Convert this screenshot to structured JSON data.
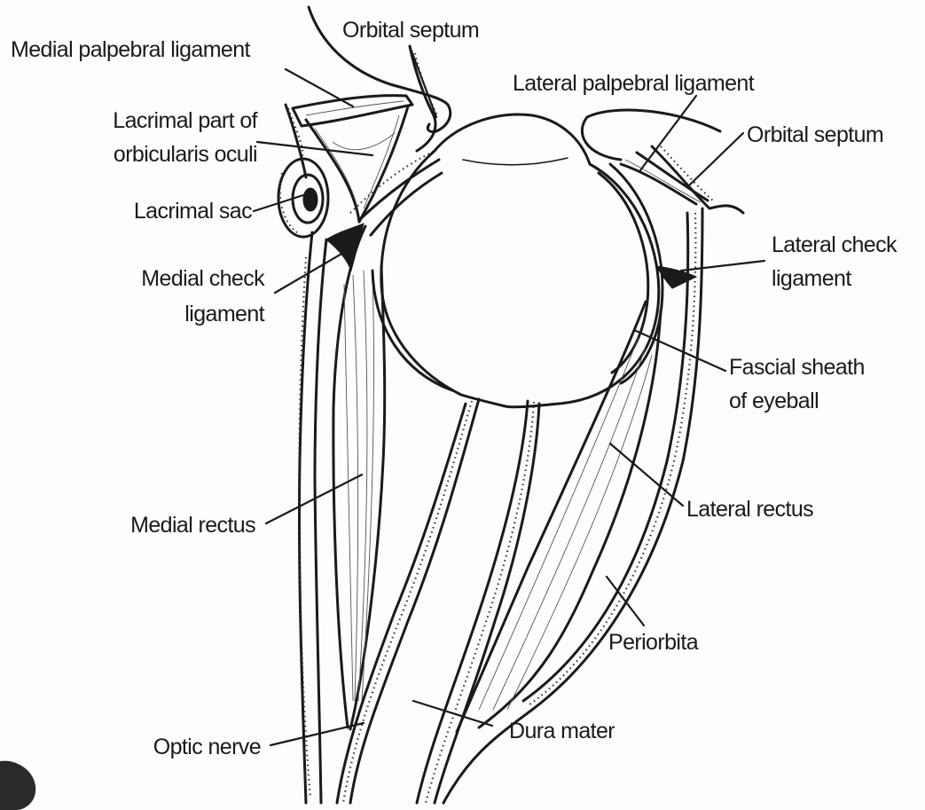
{
  "labels": {
    "medial_palpebral_ligament": "Medial palpebral ligament",
    "orbital_septum_medial": "Orbital septum",
    "lateral_palpebral_ligament": "Lateral palpebral ligament",
    "lacrimal_part_line1": "Lacrimal part of",
    "lacrimal_part_line2": "orbicularis oculi",
    "orbital_septum_lateral": "Orbital septum",
    "lacrimal_sac": "Lacrimal sac",
    "medial_check_line1": "Medial check",
    "medial_check_line2": "ligament",
    "lateral_check_line1": "Lateral check",
    "lateral_check_line2": "ligament",
    "fascial_sheath_line1": "Fascial sheath",
    "fascial_sheath_line2": "of eyeball",
    "medial_rectus": "Medial rectus",
    "lateral_rectus": "Lateral rectus",
    "periorbita": "Periorbita",
    "optic_nerve": "Optic nerve",
    "dura_mater": "Dura mater"
  },
  "colors": {
    "ink": "#1a1a1a",
    "paper": "#fdfdfb"
  }
}
